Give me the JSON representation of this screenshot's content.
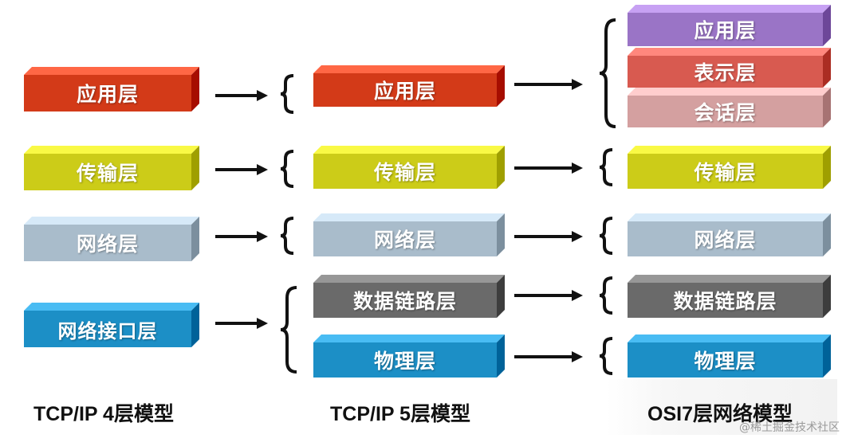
{
  "tcpip4": {
    "caption": "TCP/IP 4层模型",
    "layers": [
      {
        "label": "应用层",
        "color": "#d33a18"
      },
      {
        "label": "传输层",
        "color": "#cccc18"
      },
      {
        "label": "网络层",
        "color": "#a9bccb"
      },
      {
        "label": "网络接口层",
        "color": "#1c8fc6"
      }
    ]
  },
  "tcpip5": {
    "caption": "TCP/IP 5层模型",
    "layers": [
      {
        "label": "应用层",
        "color": "#d33a18"
      },
      {
        "label": "传输层",
        "color": "#cccc18"
      },
      {
        "label": "网络层",
        "color": "#a9bccb"
      },
      {
        "label": "数据链路层",
        "color": "#6a6a6a"
      },
      {
        "label": "物理层",
        "color": "#1c8fc6"
      }
    ]
  },
  "osi7": {
    "caption": "OSI7层网络模型",
    "layers": [
      {
        "label": "应用层",
        "color": "#9a74c6"
      },
      {
        "label": "表示层",
        "color": "#d85a50"
      },
      {
        "label": "会话层",
        "color": "#d4a0a0"
      },
      {
        "label": "传输层",
        "color": "#cccc18"
      },
      {
        "label": "网络层",
        "color": "#a9bccb"
      },
      {
        "label": "数据链路层",
        "color": "#6a6a6a"
      },
      {
        "label": "物理层",
        "color": "#1c8fc6"
      }
    ]
  },
  "watermark": "@稀土掘金技术社区"
}
